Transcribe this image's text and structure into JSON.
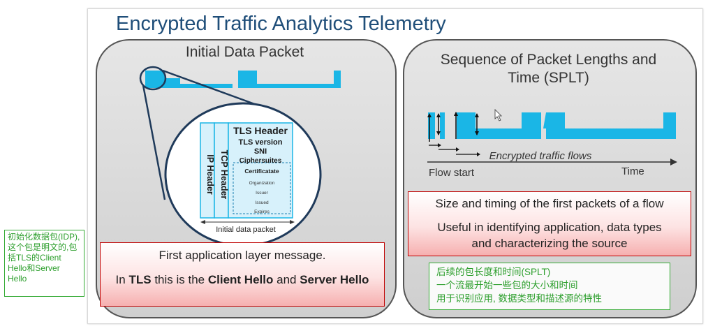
{
  "title": "Encrypted Traffic Analytics Telemetry",
  "left_panel": {
    "title": "Initial Data Packet",
    "ip_header": "IP Header",
    "tcp_header": "TCP Header",
    "tls_header": "TLS Header",
    "tls_version": "TLS version",
    "sni": "SNI",
    "ciphersuites": "Ciphersuites",
    "certificate": "Certificatate",
    "organization": "Organization",
    "issuer": "Issuer",
    "issued": "Issued",
    "expires": "Expires",
    "caption": "Initial data packet",
    "message": "First application layer message.",
    "tls_prefix": "In",
    "tls_word": "TLS",
    "tls_middle": "this is the",
    "client_hello": "Client Hello",
    "and_word": "and",
    "server_hello": "Server Hello"
  },
  "right_panel": {
    "title_line1": "Sequence of Packet Lengths and",
    "title_line2": "Time (SPLT)",
    "flows_label": "Encrypted traffic flows",
    "flow_start": "Flow start",
    "time_label": "Time",
    "box_line1": "Size and timing of the first packets of a flow",
    "box_line2": "Useful in identifying application, data types",
    "box_line3": "and characterizing the source"
  },
  "side_note": "初始化数据包(IDP),这个包是明文的,包括TLS的Client Hello和Server Hello",
  "green_note": {
    "line1": "后续的包长度和时间(SPLT)",
    "line2": "一个流最开始一些包的大小和时间",
    "line3": "用于识别应用, 数据类型和描述源的特性"
  },
  "colors": {
    "title": "#1f4e79",
    "packet_fill": "#1ab6e6",
    "panel_border": "#555555",
    "pink_border": "#c00000",
    "note_green": "#2b9e2b"
  }
}
